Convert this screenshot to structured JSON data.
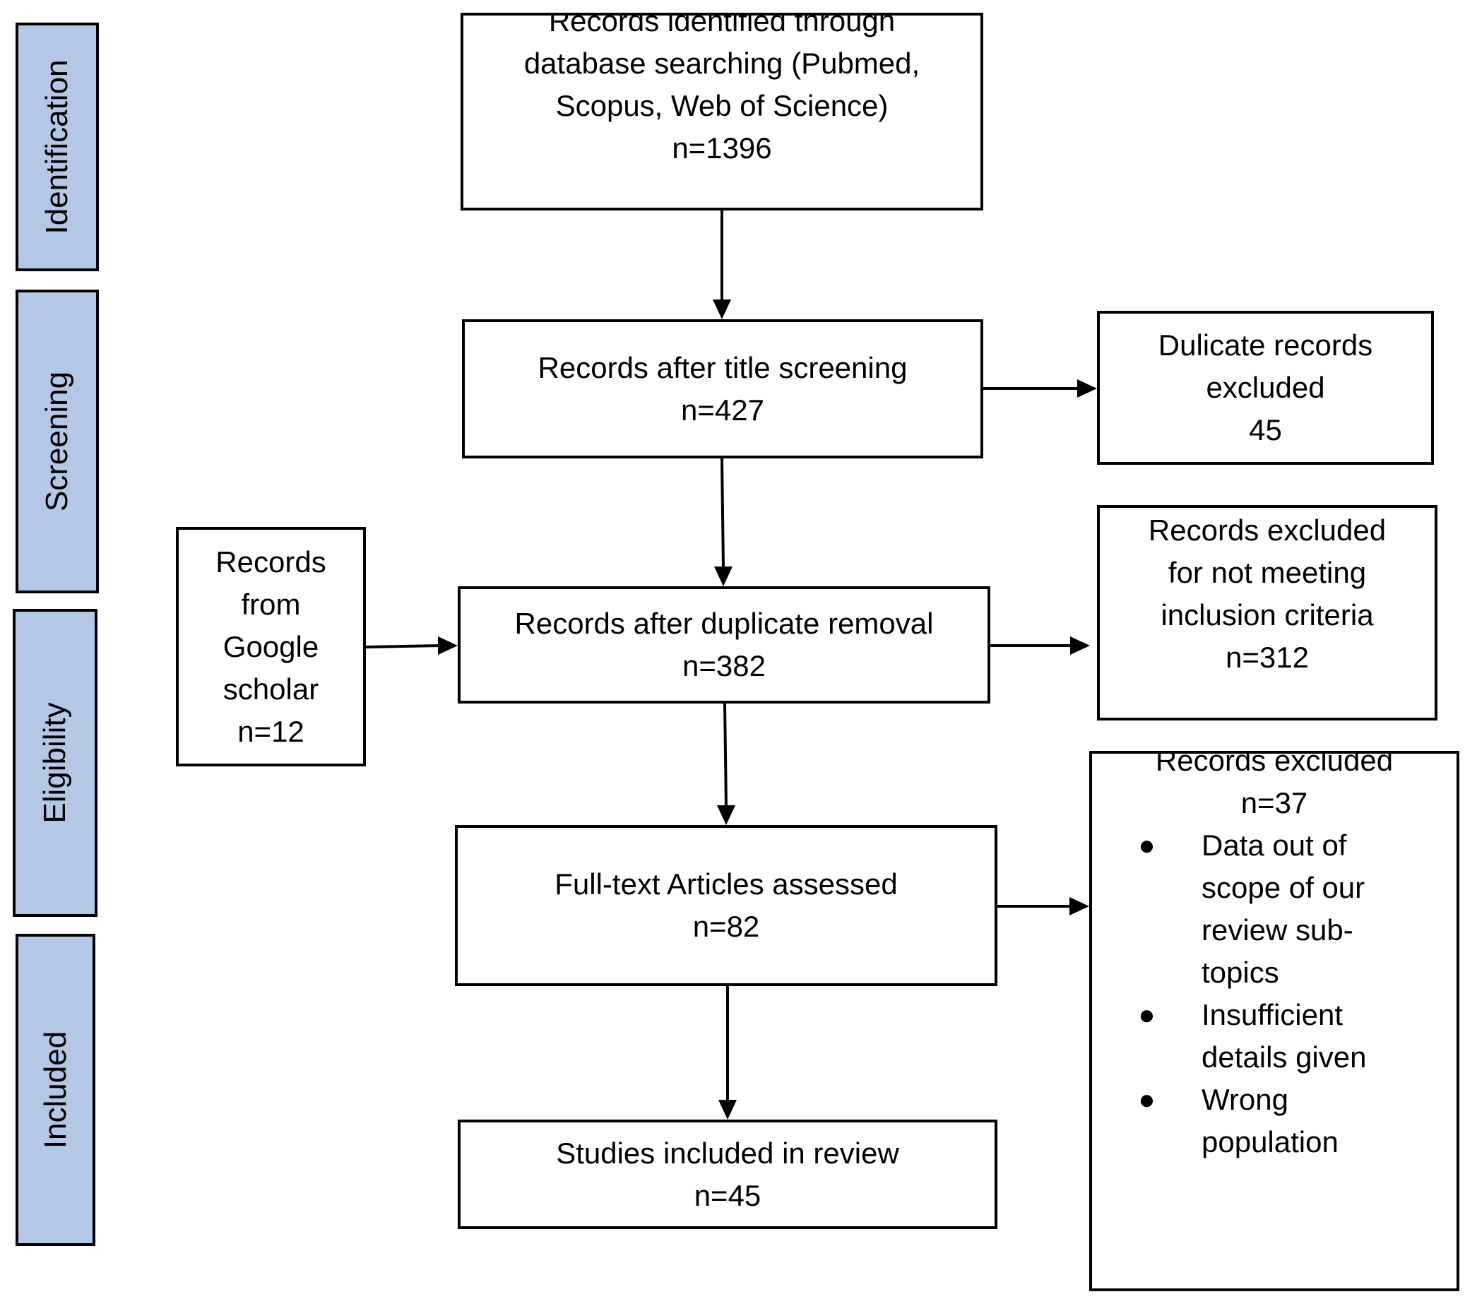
{
  "phases": {
    "identification": "Identification",
    "screening": "Screening",
    "eligibility": "Eligibility",
    "included": "Included"
  },
  "boxes": {
    "identified": {
      "lines": [
        "Records identified through",
        "database searching (Pubmed,",
        "Scopus, Web of Science)",
        "n=1396"
      ]
    },
    "title_screening": {
      "lines": [
        "Records after title screening",
        "n=427"
      ]
    },
    "duplicates_excluded": {
      "lines": [
        "Dulicate records",
        "excluded",
        "45"
      ]
    },
    "google_scholar": {
      "lines": [
        "Records",
        "from",
        "Google",
        "scholar",
        "n=12"
      ]
    },
    "duplicate_removal": {
      "lines": [
        "Records after duplicate removal",
        "n=382"
      ]
    },
    "criteria_excluded": {
      "lines": [
        "Records excluded",
        "for not meeting",
        "inclusion criteria",
        "n=312"
      ]
    },
    "fulltext": {
      "lines": [
        "Full-text Articles assessed",
        "n=82"
      ]
    },
    "fulltext_excluded": {
      "header": [
        "Records excluded",
        "n=37"
      ],
      "bullets": [
        [
          "Data out of",
          "scope of our",
          "review sub-",
          "topics"
        ],
        [
          "Insufficient",
          "details given"
        ],
        [
          "Wrong",
          "population"
        ]
      ]
    },
    "included": {
      "lines": [
        "Studies included in review",
        "n=45"
      ]
    }
  }
}
